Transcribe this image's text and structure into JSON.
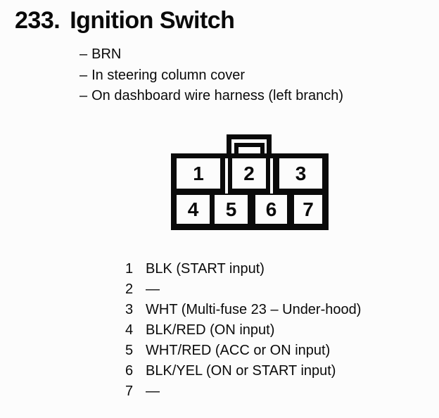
{
  "colors": {
    "background": "#fcfcfc",
    "ink": "#0a0a0a"
  },
  "header": {
    "section_number": "233.",
    "title": "Ignition Switch"
  },
  "details": [
    {
      "bullet": "–",
      "text": "BRN"
    },
    {
      "bullet": "–",
      "text": "In steering column cover"
    },
    {
      "bullet": "–",
      "text": "On dashboard wire harness (left branch)"
    }
  ],
  "connector": {
    "top_row_pins": [
      "1",
      "2",
      "3"
    ],
    "bottom_row_pins": [
      "4",
      "5",
      "6",
      "7"
    ]
  },
  "pin_list": [
    {
      "pin": "1",
      "description": "BLK (START input)"
    },
    {
      "pin": "2",
      "description": "—"
    },
    {
      "pin": "3",
      "description": "WHT (Multi-fuse 23 – Under-hood)"
    },
    {
      "pin": "4",
      "description": "BLK/RED (ON input)"
    },
    {
      "pin": "5",
      "description": "WHT/RED (ACC or ON input)"
    },
    {
      "pin": "6",
      "description": "BLK/YEL (ON or START input)"
    },
    {
      "pin": "7",
      "description": "—"
    }
  ]
}
